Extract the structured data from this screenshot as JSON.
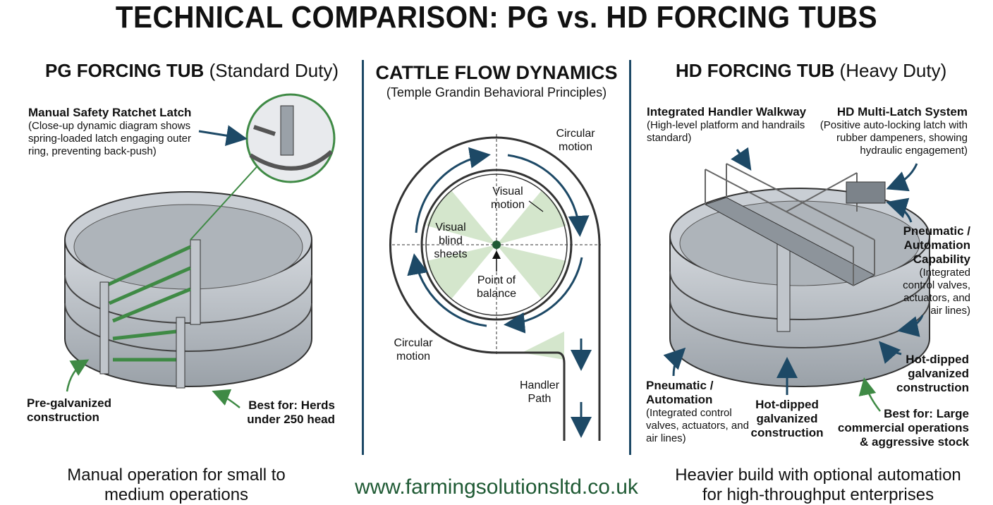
{
  "title": "TECHNICAL COMPARISON: PG vs. HD FORCING TUBS",
  "left": {
    "heading_bold": "PG FORCING TUB",
    "heading_rest": " (Standard Duty)",
    "latch_title": "Manual Safety Ratchet Latch",
    "latch_desc": "(Close-up dynamic diagram shows spring-loaded latch engaging outer ring, preventing back-push)",
    "pre_galv": "Pre-galvanized construction",
    "best_for": "Best for: Herds under 250 head",
    "footer": "Manual operation for small to medium operations"
  },
  "center": {
    "heading": "CATTLE FLOW DYNAMICS",
    "subheading": "(Temple Grandin Behavioral Principles)",
    "circular_motion_top": "Circular motion",
    "visual_motion": "Visual motion",
    "visual_blind": "Visual blind sheets",
    "point_of_balance": "Point of balance",
    "circular_motion_bottom": "Circular motion",
    "handler_path": "Handler Path",
    "website": "www.farmingsolutionsltd.co.uk"
  },
  "right": {
    "heading_bold": "HD FORCING TUB",
    "heading_rest": " (Heavy Duty)",
    "walkway_title": "Integrated Handler Walkway",
    "walkway_desc": "(High-level platform and handrails standard)",
    "latch_title": "HD Multi-Latch System",
    "latch_desc": "(Positive auto-locking latch with rubber dampeners, showing hydraulic engagement)",
    "pneu_title_right": "Pneumatic / Automation Capability",
    "pneu_desc_right": "(Integrated control valves, actuators, and air lines)",
    "hot_dip_right": "Hot-dipped galvanized construction",
    "pneu_title_left": "Pneumatic / Automation",
    "pneu_desc_left": "(Integrated control valves, actuators, and air lines)",
    "hot_dip_center": "Hot-dipped galvanized construction",
    "best_for": "Best for: Large commercial operations & aggressive stock",
    "footer": "Heavier build with optional automation for high-throughput enterprises"
  },
  "colors": {
    "divider": "#1d4966",
    "arrow": "#1d4966",
    "accent_green": "#3f8a45",
    "green_fill": "#d4e6cc",
    "steel": "#b8bec5",
    "url": "#1f5a34"
  }
}
